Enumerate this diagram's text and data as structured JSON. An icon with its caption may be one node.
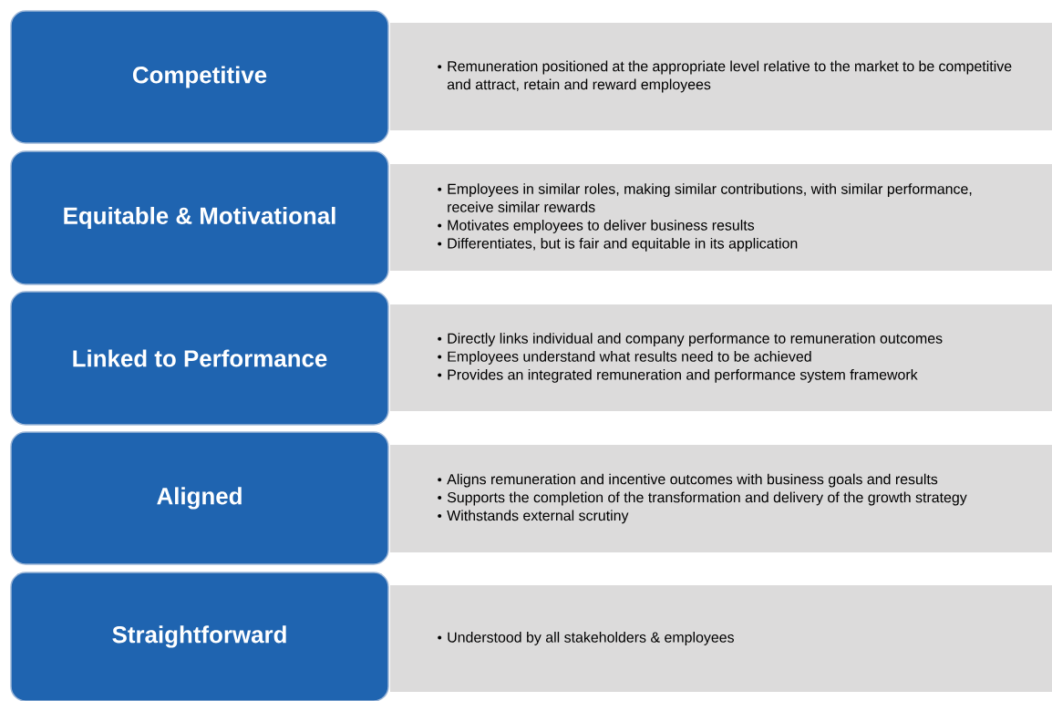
{
  "diagram": {
    "nodes": [
      {
        "text": [
          "Competitive"
        ]
      },
      {
        "text": [
          "Remuneration positioned at the appropriate level relative to the market to be competitive and attract, retain and reward employees"
        ]
      },
      {
        "text": [
          "Equitable & Motivational"
        ]
      },
      {
        "text": [
          "Employees in similar roles, making similar contributions, with similar performance, receive similar rewards",
          "Motivates employees to deliver business results",
          "Differentiates, but is fair and equitable in its application"
        ]
      },
      {
        "text": [
          "Linked to Performance"
        ]
      },
      {
        "text": [
          "Directly links individual and company performance to remuneration outcomes",
          "Employees understand what results need to be achieved",
          "Provides an integrated remuneration and performance system framework"
        ]
      },
      {
        "text": [
          "Aligned"
        ]
      },
      {
        "text": [
          "Aligns remuneration and incentive outcomes with business goals and results",
          "Supports the completion of the transformation and delivery of the growth strategy",
          "Withstands external scrutiny"
        ]
      },
      {
        "text": [
          "Straightforward"
        ]
      },
      {
        "text": [
          "Understood by all stakeholders & employees"
        ]
      }
    ]
  }
}
